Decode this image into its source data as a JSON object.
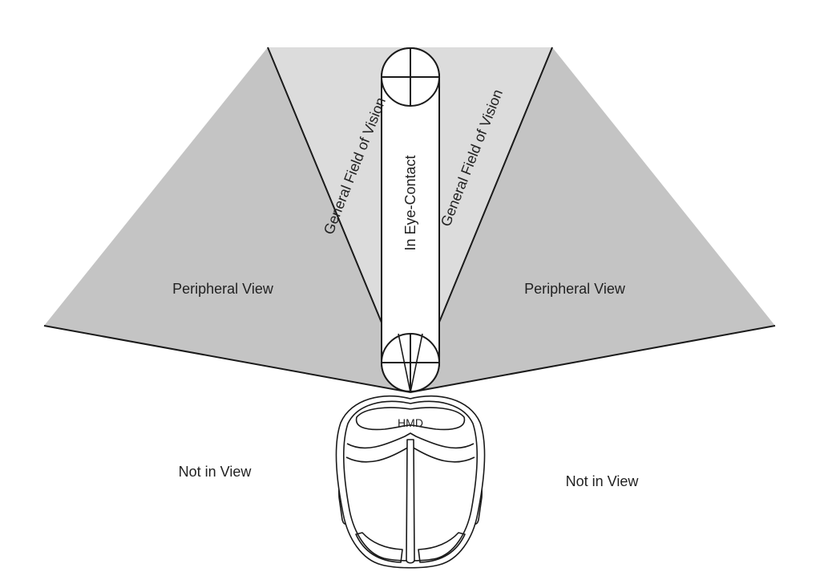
{
  "labels": {
    "peripheral_left": "Peripheral View",
    "peripheral_right": "Peripheral View",
    "general_left": "General Field of Vision",
    "general_right": "General Field of Vision",
    "eye_contact": "In Eye-Contact",
    "hmd": "HMD",
    "not_in_view_left": "Not in View",
    "not_in_view_right": "Not in View"
  },
  "colors": {
    "peripheral_fill": "#c4c4c4",
    "general_fill": "#dcdcdc",
    "eye_contact_fill": "#ffffff",
    "stroke": "#1a1a1a",
    "background": "#ffffff"
  }
}
